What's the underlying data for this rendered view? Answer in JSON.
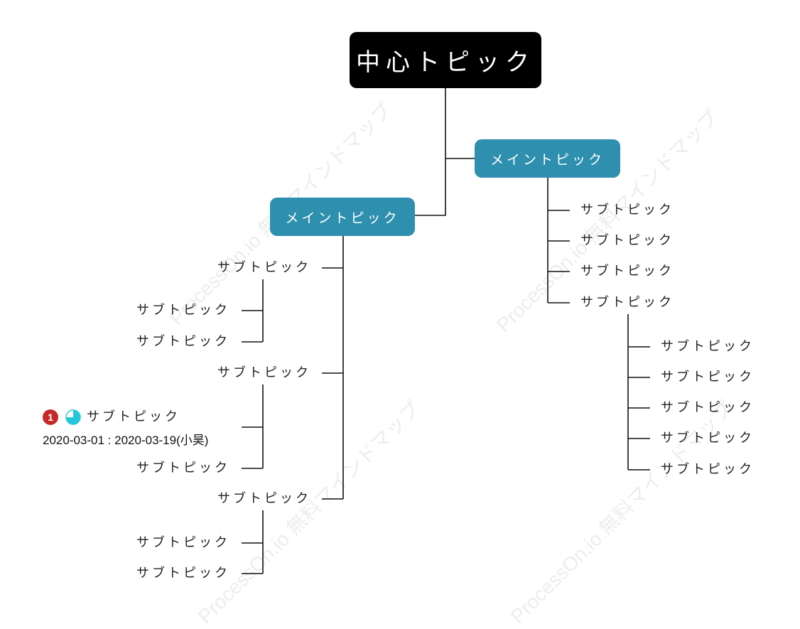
{
  "central": {
    "label": "中心トピック",
    "bg": "#000000"
  },
  "main_color": "#2e8fae",
  "main_topics": [
    {
      "label": "メイントピック"
    },
    {
      "label": "メイントピック"
    }
  ],
  "subtopic_label": "サブトピック",
  "special": {
    "priority": "1",
    "priority_color": "#c62828",
    "progress_color": "#26c6da",
    "progress_fraction": 0.75,
    "progress_icon": "progress-pie-icon",
    "label": "サブトピック",
    "dates": "2020-03-01 : 2020-03-19(小昊)"
  },
  "watermark_text": "ProcessOn.io 無料マインドマップ"
}
